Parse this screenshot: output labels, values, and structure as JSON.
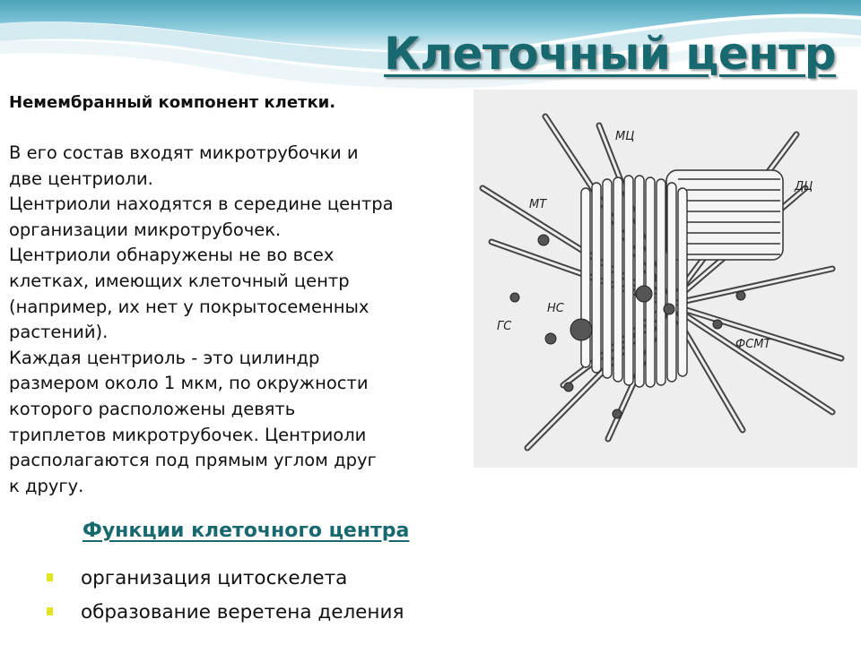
{
  "slide": {
    "title": "Клеточный центр",
    "intro": "Немембранный компонент клетки.",
    "body_lines": [
      "В его состав входят микротрубочки и",
      "две центриоли.",
      "Центриоли находятся в середине центра",
      "организации микротрубочек.",
      "Центриоли обнаружены не во всех",
      "клетках, имеющих клеточный центр",
      "(например, их нет у покрытосеменных",
      "растений).",
      "Каждая центриоль - это цилиндр",
      "размером около 1 мкм, по окружности",
      "которого расположены девять",
      "триплетов микротрубочек. Центриоли",
      "располагаются под прямым углом друг",
      "к другу."
    ],
    "functions_heading": "Функции клеточного центра",
    "functions": [
      "организация цитоскелета",
      "образование веретена деления"
    ]
  },
  "figure": {
    "labels": {
      "mc": "МЦ",
      "dc": "ДЦ",
      "mt": "МТ",
      "ns": "НС",
      "gs": "ГС",
      "fsmt": "ФСМТ"
    }
  },
  "colors": {
    "title": "#17686f",
    "bullet": "#e2e41f",
    "wave_light": "#cfe9f1",
    "wave_mid": "#8ccbdc",
    "wave_dark": "#4aa3bb"
  }
}
